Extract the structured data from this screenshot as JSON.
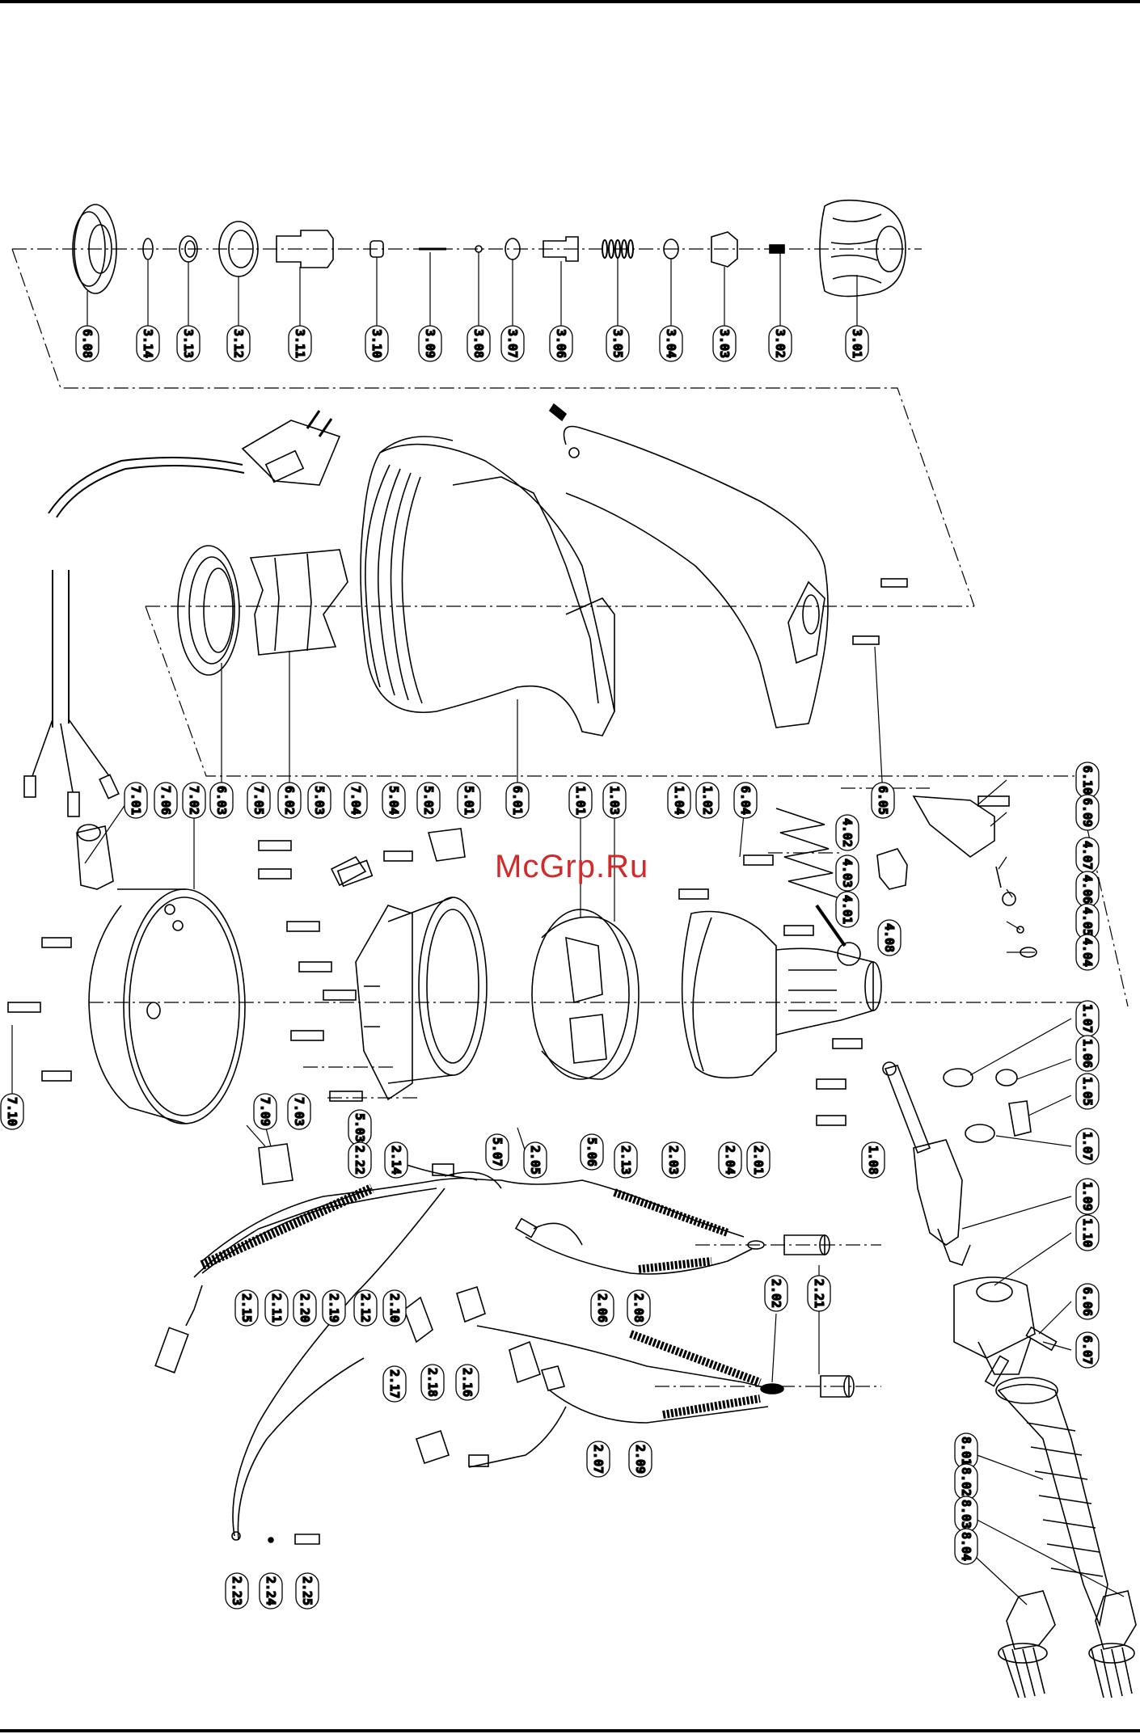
{
  "watermark": "McGrp.Ru",
  "colors": {
    "line": "#000000",
    "background": "#ffffff",
    "watermark": "#cf2b2b"
  },
  "callouts": {
    "c_6_08": "6.08",
    "c_3_14": "3.14",
    "c_3_13": "3.13",
    "c_3_12": "3.12",
    "c_3_11": "3.11",
    "c_3_10": "3.10",
    "c_3_09": "3.09",
    "c_3_08": "3.08",
    "c_3_07": "3.07",
    "c_3_06": "3.06",
    "c_3_05": "3.05",
    "c_3_04": "3.04",
    "c_3_03": "3.03",
    "c_3_02": "3.02",
    "c_3_01": "3.01",
    "c_7_01": "7.01",
    "c_7_06": "7.06",
    "c_7_02": "7.02",
    "c_6_03": "6.03",
    "c_7_05": "7.05",
    "c_6_02": "6.02",
    "c_5_03a": "5.03",
    "c_7_04": "7.04",
    "c_5_04": "5.04",
    "c_5_02": "5.02",
    "c_5_01": "5.01",
    "c_6_01": "6.01",
    "c_1_01": "1.01",
    "c_1_03": "1.03",
    "c_1_04": "1.04",
    "c_1_02": "1.02",
    "c_6_04": "6.04",
    "c_6_05": "6.05",
    "c_4_02": "4.02",
    "c_4_03": "4.03",
    "c_4_01": "4.01",
    "c_4_08": "4.08",
    "c_6_10": "6.10",
    "c_6_09": "6.09",
    "c_4_07": "4.07",
    "c_4_06": "4.06",
    "c_4_05": "4.05",
    "c_4_04": "4.04",
    "c_1_07a": "1.07",
    "c_1_06": "1.06",
    "c_1_05": "1.05",
    "c_1_07b": "1.07",
    "c_1_08": "1.08",
    "c_1_09": "1.09",
    "c_1_10": "1.10",
    "c_7_10": "7.10",
    "c_7_09": "7.09",
    "c_7_03": "7.03",
    "c_5_03b": "5.03",
    "c_5_07": "5.07",
    "c_5_06": "5.06",
    "c_2_22": "2.22",
    "c_2_14": "2.14",
    "c_2_05": "2.05",
    "c_2_13": "2.13",
    "c_2_03": "2.03",
    "c_2_04": "2.04",
    "c_2_01": "2.01",
    "c_2_15": "2.15",
    "c_2_11": "2.11",
    "c_2_20": "2.20",
    "c_2_19": "2.19",
    "c_2_12": "2.12",
    "c_2_10": "2.10",
    "c_2_06": "2.06",
    "c_2_08": "2.08",
    "c_2_18": "2.18",
    "c_2_16": "2.16",
    "c_2_02": "2.02",
    "c_2_21": "2.21",
    "c_2_17": "2.17",
    "c_2_07": "2.07",
    "c_2_09": "2.09",
    "c_6_06": "6.06",
    "c_6_07": "6.07",
    "c_8_01": "8.01",
    "c_8_02": "8.02",
    "c_8_03": "8.03",
    "c_8_04": "8.04",
    "c_2_23": "2.23",
    "c_2_24": "2.24",
    "c_2_25": "2.25"
  }
}
